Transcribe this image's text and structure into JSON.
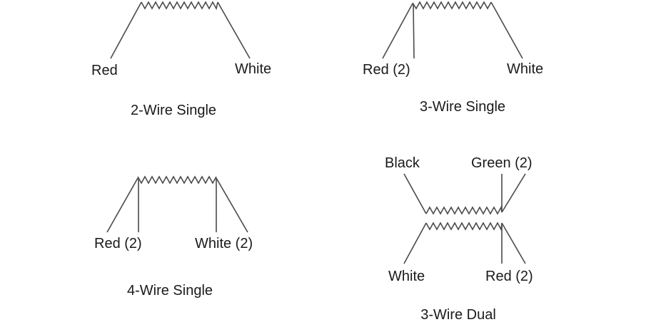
{
  "diagrams": {
    "two_wire_single": {
      "title": "2-Wire Single",
      "labels": {
        "left": "Red",
        "right": "White"
      }
    },
    "three_wire_single": {
      "title": "3-Wire Single",
      "labels": {
        "left": "Red (2)",
        "right": "White"
      }
    },
    "four_wire_single": {
      "title": "4-Wire Single",
      "labels": {
        "left": "Red (2)",
        "right": "White (2)"
      }
    },
    "three_wire_dual": {
      "title": "3-Wire Dual",
      "labels": {
        "top_left": "Black",
        "top_right": "Green (2)",
        "bottom_left": "White",
        "bottom_right": "Red (2)"
      }
    }
  },
  "colors": {
    "line": "#4a4a4a",
    "text": "#1a1a1a",
    "background": "#ffffff"
  }
}
